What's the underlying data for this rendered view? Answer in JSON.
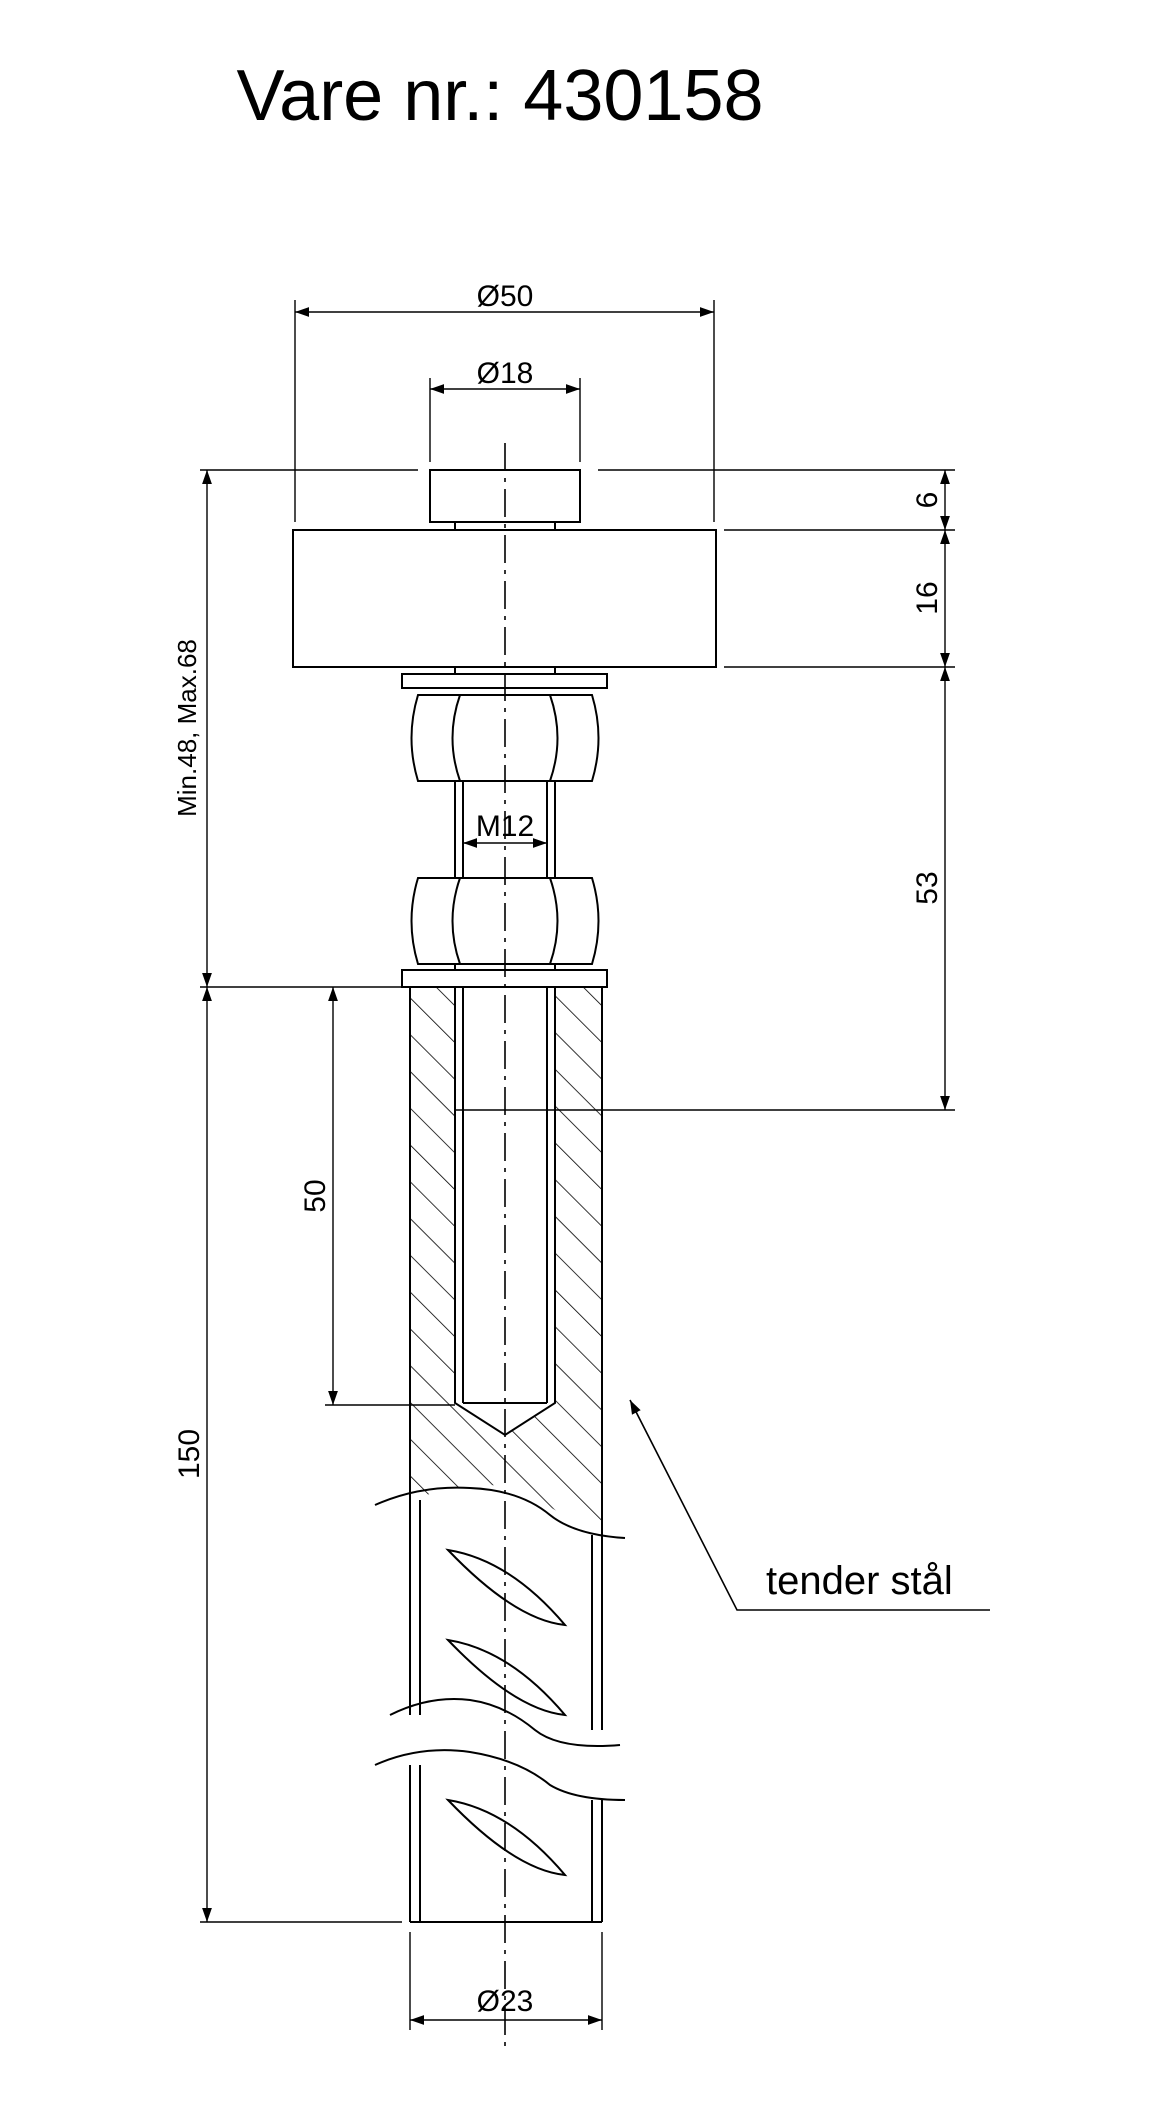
{
  "title": "Vare nr.:  430158",
  "dimensions": {
    "top_outer_diameter": "Ø50",
    "top_inner_diameter": "Ø18",
    "cap_height": "6",
    "disc_height": "16",
    "thread_length": "53",
    "adjust_range": "Min.48, Max.68",
    "thread_size": "M12",
    "bore_depth": "50",
    "anchor_length": "150",
    "rebar_diameter": "Ø23"
  },
  "callout": {
    "label": "tender stål"
  }
}
